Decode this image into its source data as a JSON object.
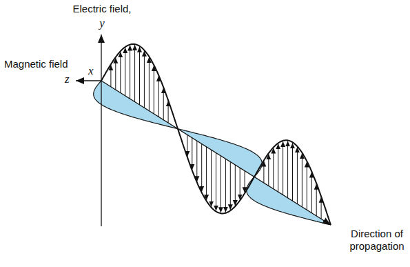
{
  "diagram": {
    "labels": [
      "Electric field,",
      "y",
      "Magnetic field",
      "x",
      "z",
      "Direction of propagation"
    ]
  }
}
